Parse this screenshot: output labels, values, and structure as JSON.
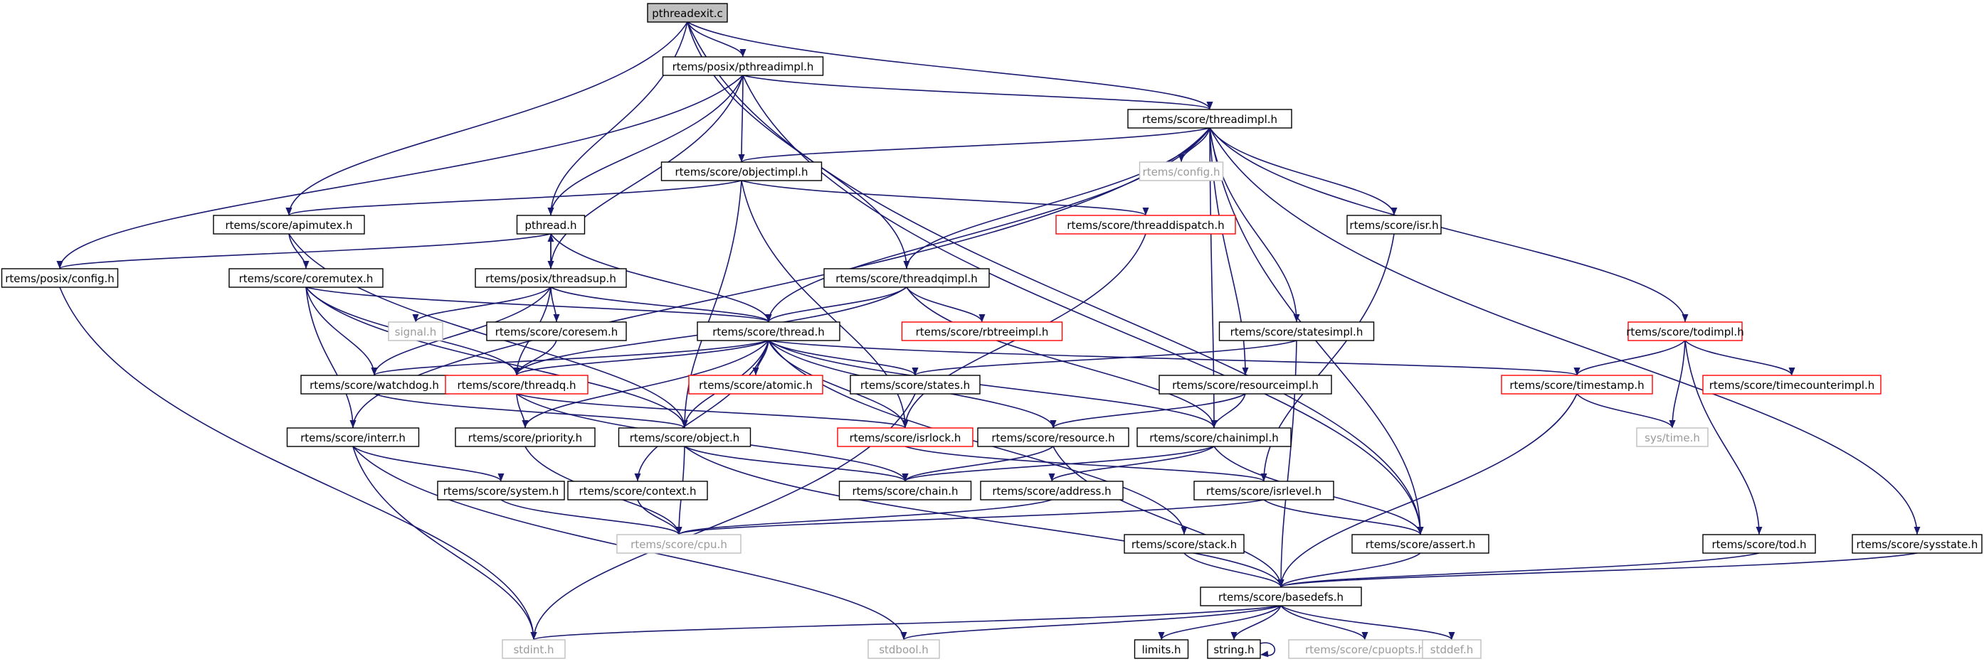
{
  "colors": {
    "edge": "#191970",
    "border_normal": "#000000",
    "border_truncated": "#ff0000",
    "border_external": "#bfbfbf",
    "text_normal": "#000000",
    "text_external": "#9a9a9a",
    "root_fill": "#bfbfbf",
    "fill": "#ffffff"
  },
  "graph": {
    "nodes": [
      {
        "id": "pthreadexit_c",
        "label": "pthreadexit.c",
        "kind": "root"
      },
      {
        "id": "posix_pthreadimpl",
        "label": "rtems/posix/pthreadimpl.h",
        "kind": "normal"
      },
      {
        "id": "score_threadimpl",
        "label": "rtems/score/threadimpl.h",
        "kind": "normal"
      },
      {
        "id": "score_objectimpl",
        "label": "rtems/score/objectimpl.h",
        "kind": "normal"
      },
      {
        "id": "config_h",
        "label": "rtems/config.h",
        "kind": "external"
      },
      {
        "id": "score_apimutex",
        "label": "rtems/score/apimutex.h",
        "kind": "normal"
      },
      {
        "id": "pthread_h",
        "label": "pthread.h",
        "kind": "normal"
      },
      {
        "id": "score_threaddispatch",
        "label": "rtems/score/threaddispatch.h",
        "kind": "truncated"
      },
      {
        "id": "score_isr",
        "label": "rtems/score/isr.h",
        "kind": "normal"
      },
      {
        "id": "posix_config",
        "label": "rtems/posix/config.h",
        "kind": "normal"
      },
      {
        "id": "score_coremutex",
        "label": "rtems/score/coremutex.h",
        "kind": "normal"
      },
      {
        "id": "posix_threadsup",
        "label": "rtems/posix/threadsup.h",
        "kind": "normal"
      },
      {
        "id": "score_threadqimpl",
        "label": "rtems/score/threadqimpl.h",
        "kind": "normal"
      },
      {
        "id": "signal_h",
        "label": "signal.h",
        "kind": "external"
      },
      {
        "id": "score_coresem",
        "label": "rtems/score/coresem.h",
        "kind": "normal"
      },
      {
        "id": "score_thread",
        "label": "rtems/score/thread.h",
        "kind": "normal"
      },
      {
        "id": "score_rbtreeimpl",
        "label": "rtems/score/rbtreeimpl.h",
        "kind": "truncated"
      },
      {
        "id": "score_statesimpl",
        "label": "rtems/score/statesimpl.h",
        "kind": "normal"
      },
      {
        "id": "score_todimpl",
        "label": "rtems/score/todimpl.h",
        "kind": "truncated"
      },
      {
        "id": "score_watchdog",
        "label": "rtems/score/watchdog.h",
        "kind": "normal"
      },
      {
        "id": "score_threadq",
        "label": "rtems/score/threadq.h",
        "kind": "truncated"
      },
      {
        "id": "score_atomic",
        "label": "rtems/score/atomic.h",
        "kind": "truncated"
      },
      {
        "id": "score_states",
        "label": "rtems/score/states.h",
        "kind": "normal"
      },
      {
        "id": "score_resourceimpl",
        "label": "rtems/score/resourceimpl.h",
        "kind": "normal"
      },
      {
        "id": "score_timestamp",
        "label": "rtems/score/timestamp.h",
        "kind": "truncated"
      },
      {
        "id": "score_timecounterimpl",
        "label": "rtems/score/timecounterimpl.h",
        "kind": "truncated"
      },
      {
        "id": "score_interr",
        "label": "rtems/score/interr.h",
        "kind": "normal"
      },
      {
        "id": "score_priority",
        "label": "rtems/score/priority.h",
        "kind": "normal"
      },
      {
        "id": "score_object",
        "label": "rtems/score/object.h",
        "kind": "normal"
      },
      {
        "id": "score_isrlock",
        "label": "rtems/score/isrlock.h",
        "kind": "truncated"
      },
      {
        "id": "score_resource",
        "label": "rtems/score/resource.h",
        "kind": "normal"
      },
      {
        "id": "score_chainimpl",
        "label": "rtems/score/chainimpl.h",
        "kind": "normal"
      },
      {
        "id": "sys_time",
        "label": "sys/time.h",
        "kind": "external"
      },
      {
        "id": "score_system",
        "label": "rtems/score/system.h",
        "kind": "normal"
      },
      {
        "id": "score_context",
        "label": "rtems/score/context.h",
        "kind": "normal"
      },
      {
        "id": "score_chain",
        "label": "rtems/score/chain.h",
        "kind": "normal"
      },
      {
        "id": "score_address",
        "label": "rtems/score/address.h",
        "kind": "normal"
      },
      {
        "id": "score_isrlevel",
        "label": "rtems/score/isrlevel.h",
        "kind": "normal"
      },
      {
        "id": "score_cpu",
        "label": "rtems/score/cpu.h",
        "kind": "external"
      },
      {
        "id": "score_stack",
        "label": "rtems/score/stack.h",
        "kind": "normal"
      },
      {
        "id": "score_assert",
        "label": "rtems/score/assert.h",
        "kind": "normal"
      },
      {
        "id": "score_tod",
        "label": "rtems/score/tod.h",
        "kind": "normal"
      },
      {
        "id": "score_sysstate",
        "label": "rtems/score/sysstate.h",
        "kind": "normal"
      },
      {
        "id": "score_basedefs",
        "label": "rtems/score/basedefs.h",
        "kind": "normal"
      },
      {
        "id": "stdint_h",
        "label": "stdint.h",
        "kind": "external"
      },
      {
        "id": "stdbool_h",
        "label": "stdbool.h",
        "kind": "external"
      },
      {
        "id": "limits_h",
        "label": "limits.h",
        "kind": "normal"
      },
      {
        "id": "string_h",
        "label": "string.h",
        "kind": "normal"
      },
      {
        "id": "score_cpuopts",
        "label": "rtems/score/cpuopts.h",
        "kind": "external"
      },
      {
        "id": "stddef_h",
        "label": "stddef.h",
        "kind": "external"
      }
    ],
    "edges": [
      [
        "pthreadexit_c",
        "posix_pthreadimpl"
      ],
      [
        "pthreadexit_c",
        "score_threadimpl"
      ],
      [
        "pthreadexit_c",
        "pthread_h"
      ],
      [
        "pthreadexit_c",
        "score_apimutex"
      ],
      [
        "pthreadexit_c",
        "score_threadqimpl"
      ],
      [
        "pthreadexit_c",
        "score_assert"
      ],
      [
        "posix_pthreadimpl",
        "score_threadimpl"
      ],
      [
        "posix_pthreadimpl",
        "score_objectimpl"
      ],
      [
        "posix_pthreadimpl",
        "pthread_h"
      ],
      [
        "posix_pthreadimpl",
        "posix_threadsup"
      ],
      [
        "posix_pthreadimpl",
        "posix_config"
      ],
      [
        "posix_pthreadimpl",
        "score_assert"
      ],
      [
        "score_threadimpl",
        "score_objectimpl"
      ],
      [
        "score_threadimpl",
        "config_h"
      ],
      [
        "score_threadimpl",
        "score_isr"
      ],
      [
        "score_threadimpl",
        "score_statesimpl"
      ],
      [
        "score_threadimpl",
        "score_threadqimpl"
      ],
      [
        "score_threadimpl",
        "score_thread"
      ],
      [
        "score_threadimpl",
        "score_todimpl"
      ],
      [
        "score_threadimpl",
        "score_resourceimpl"
      ],
      [
        "score_threadimpl",
        "score_chainimpl"
      ],
      [
        "score_threadimpl",
        "score_assert"
      ],
      [
        "score_threadimpl",
        "score_sysstate"
      ],
      [
        "score_threadimpl",
        "score_interr"
      ],
      [
        "score_objectimpl",
        "score_apimutex"
      ],
      [
        "score_objectimpl",
        "score_threaddispatch"
      ],
      [
        "score_objectimpl",
        "score_isrlock"
      ],
      [
        "score_objectimpl",
        "score_object"
      ],
      [
        "score_apimutex",
        "score_coremutex"
      ],
      [
        "score_apimutex",
        "score_object"
      ],
      [
        "pthread_h",
        "posix_threadsup"
      ],
      [
        "pthread_h",
        "posix_config"
      ],
      [
        "pthread_h",
        "score_thread"
      ],
      [
        "posix_threadsup",
        "pthread_h"
      ],
      [
        "posix_threadsup",
        "signal_h"
      ],
      [
        "posix_threadsup",
        "score_coresem"
      ],
      [
        "posix_threadsup",
        "score_thread"
      ],
      [
        "posix_threadsup",
        "score_watchdog"
      ],
      [
        "posix_threadsup",
        "score_threadq"
      ],
      [
        "score_threaddispatch",
        "score_isrlock"
      ],
      [
        "score_isr",
        "score_isrlevel"
      ],
      [
        "posix_config",
        "stdint_h"
      ],
      [
        "score_coremutex",
        "score_thread"
      ],
      [
        "score_coremutex",
        "score_watchdog"
      ],
      [
        "score_coremutex",
        "score_threadq"
      ],
      [
        "score_coremutex",
        "score_interr"
      ],
      [
        "score_coremutex",
        "score_object"
      ],
      [
        "score_threadqimpl",
        "score_thread"
      ],
      [
        "score_threadqimpl",
        "score_rbtreeimpl"
      ],
      [
        "score_threadqimpl",
        "score_threadq"
      ],
      [
        "score_threadqimpl",
        "score_chainimpl"
      ],
      [
        "score_coresem",
        "score_threadq"
      ],
      [
        "score_thread",
        "score_watchdog"
      ],
      [
        "score_thread",
        "score_threadq"
      ],
      [
        "score_thread",
        "score_atomic"
      ],
      [
        "score_thread",
        "score_states"
      ],
      [
        "score_thread",
        "score_priority"
      ],
      [
        "score_thread",
        "score_object"
      ],
      [
        "score_thread",
        "score_isrlock"
      ],
      [
        "score_thread",
        "score_resource"
      ],
      [
        "score_thread",
        "score_context"
      ],
      [
        "score_thread",
        "score_stack"
      ],
      [
        "score_thread",
        "score_timestamp"
      ],
      [
        "score_thread",
        "score_chainimpl"
      ],
      [
        "score_statesimpl",
        "score_states"
      ],
      [
        "score_statesimpl",
        "score_basedefs"
      ],
      [
        "score_todimpl",
        "score_timestamp"
      ],
      [
        "score_todimpl",
        "score_timecounterimpl"
      ],
      [
        "score_todimpl",
        "sys_time"
      ],
      [
        "score_todimpl",
        "score_tod"
      ],
      [
        "score_watchdog",
        "score_object"
      ],
      [
        "score_threadq",
        "score_priority"
      ],
      [
        "score_threadq",
        "score_isrlock"
      ],
      [
        "score_threadq",
        "score_chain"
      ],
      [
        "score_states",
        "stdint_h"
      ],
      [
        "score_resourceimpl",
        "score_resource"
      ],
      [
        "score_resourceimpl",
        "score_chainimpl"
      ],
      [
        "score_timestamp",
        "sys_time"
      ],
      [
        "score_timestamp",
        "score_basedefs"
      ],
      [
        "score_interr",
        "score_system"
      ],
      [
        "score_interr",
        "stdint_h"
      ],
      [
        "score_interr",
        "stdbool_h"
      ],
      [
        "score_priority",
        "score_cpu"
      ],
      [
        "score_object",
        "score_chain"
      ],
      [
        "score_object",
        "score_cpu"
      ],
      [
        "score_object",
        "score_basedefs"
      ],
      [
        "score_isrlock",
        "score_isrlevel"
      ],
      [
        "score_resource",
        "score_chain"
      ],
      [
        "score_resource",
        "score_basedefs"
      ],
      [
        "score_chainimpl",
        "score_chain"
      ],
      [
        "score_chainimpl",
        "score_address"
      ],
      [
        "score_chainimpl",
        "score_assert"
      ],
      [
        "score_system",
        "score_cpu"
      ],
      [
        "score_context",
        "score_cpu"
      ],
      [
        "score_address",
        "score_cpu"
      ],
      [
        "score_isrlevel",
        "score_cpu"
      ],
      [
        "score_isrlevel",
        "score_assert"
      ],
      [
        "score_stack",
        "score_basedefs"
      ],
      [
        "score_assert",
        "score_basedefs"
      ],
      [
        "score_tod",
        "score_basedefs"
      ],
      [
        "score_sysstate",
        "score_basedefs"
      ],
      [
        "score_basedefs",
        "stdint_h"
      ],
      [
        "score_basedefs",
        "stdbool_h"
      ],
      [
        "score_basedefs",
        "limits_h"
      ],
      [
        "score_basedefs",
        "string_h"
      ],
      [
        "score_basedefs",
        "score_cpuopts"
      ],
      [
        "score_basedefs",
        "stddef_h"
      ],
      [
        "string_h",
        "string_h"
      ]
    ]
  }
}
